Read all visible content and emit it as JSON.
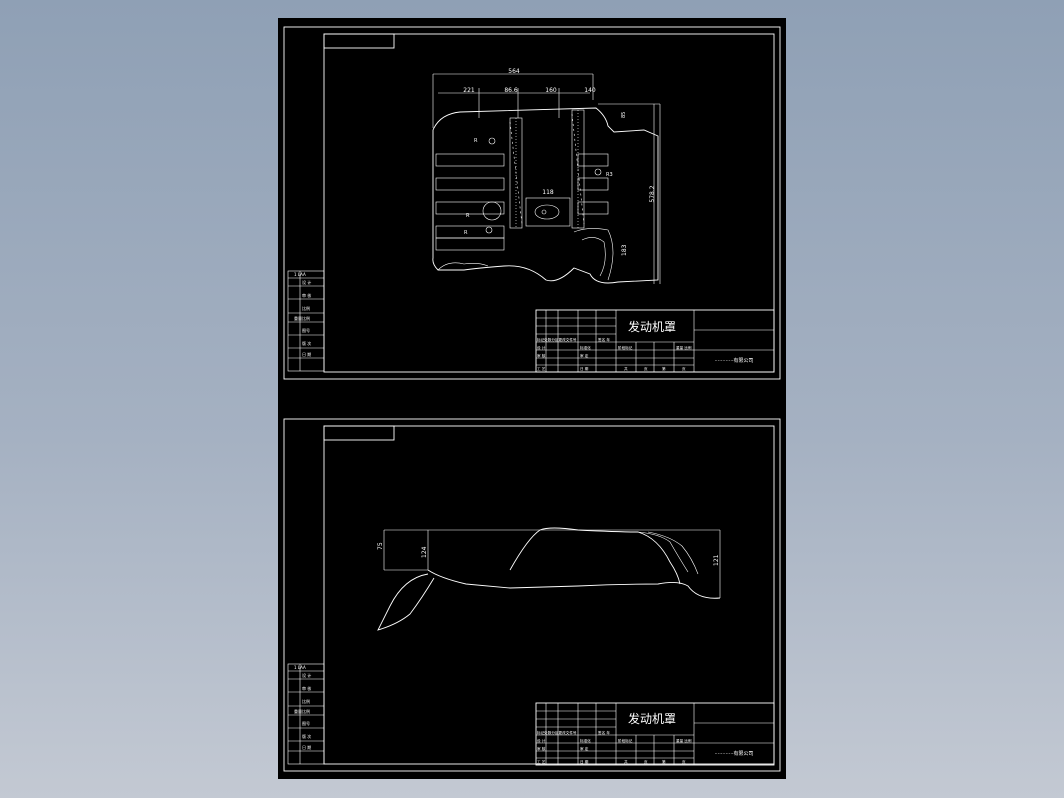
{
  "colors": {
    "background": "#98a6b8",
    "paper": "#000000",
    "linework": "#ffffff"
  },
  "sheets": [
    {
      "title": "发动机罩",
      "company": "············有限公司",
      "view": "top",
      "dims": {
        "overall": "564",
        "d1": "221",
        "d2": "86.6",
        "d3": "160",
        "d4": "140",
        "height": "578.2",
        "right": "183",
        "hole": "118",
        "tr": "R3",
        "r": "R",
        "small": "85"
      },
      "left_strip": [
        "1 LAA",
        "设 计",
        "审 核",
        "比例",
        "重量比例",
        "图号",
        "版 次",
        "日 期"
      ],
      "tb": {
        "r1": "标记处数分区更改文件号",
        "r1b": "签名 年",
        "r2a": "设 计",
        "r2b": "标准化",
        "r2c": "阶段标记",
        "r2d": "重量 比例",
        "r3a": "审 核",
        "r3b": "审 定",
        "r4a": "工 艺",
        "r4b": "日 期",
        "r4c": "共",
        "r4d": "页",
        "r4e": "第",
        "r4f": "页"
      }
    },
    {
      "title": "发动机罩",
      "company": "············有限公司",
      "view": "side",
      "dims": {
        "left": "75",
        "mid": "124",
        "right": "121"
      },
      "left_strip": [
        "1 LAA",
        "设 计",
        "审 核",
        "比例",
        "重量比例",
        "图号",
        "版 次",
        "日 期"
      ],
      "tb": {
        "r1": "标记处数分区更改文件号",
        "r1b": "签名 年",
        "r2a": "设 计",
        "r2b": "标准化",
        "r2c": "阶段标记",
        "r2d": "重量 比例",
        "r3a": "审 核",
        "r3b": "审 定",
        "r4a": "工 艺",
        "r4b": "日 期",
        "r4c": "共",
        "r4d": "页",
        "r4e": "第",
        "r4f": "页"
      }
    }
  ]
}
